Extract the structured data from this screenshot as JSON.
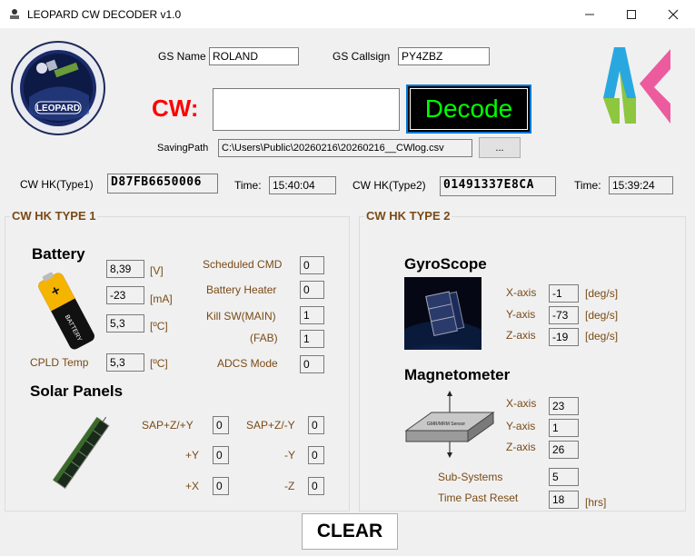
{
  "window": {
    "title": "LEOPARD CW DECODER v1.0"
  },
  "header": {
    "gs_name_label": "GS Name",
    "gs_name": "ROLAND",
    "gs_callsign_label": "GS Callsign",
    "gs_callsign": "PY4ZBZ",
    "cw_label": "CW:",
    "cw_value": "",
    "decode_label": "Decode",
    "saving_path_label": "SavingPath",
    "saving_path": "C:\\Users\\Public\\20260216\\20260216__CWlog.csv",
    "browse_label": "...",
    "logo_text": "LEOPARD"
  },
  "hk_bar": {
    "type1_label": "CW HK(Type1)",
    "type1_value": "D87FB6650006",
    "time1_label": "Time:",
    "time1_value": "15:40:04",
    "type2_label": "CW HK(Type2)",
    "type2_value": "01491337E8CA",
    "time2_label": "Time:",
    "time2_value": "15:39:24"
  },
  "type1": {
    "title": "CW HK TYPE 1",
    "battery_heading": "Battery",
    "battery_image_text": "BATTERY",
    "voltage": "8,39",
    "voltage_unit": "[V]",
    "current": "-23",
    "current_unit": "[mA]",
    "temp": "5,3",
    "temp_unit": "[ºC]",
    "cpld_label": "CPLD Temp",
    "cpld_value": "5,3",
    "cpld_unit": "[ºC]",
    "sched_label": "Scheduled CMD",
    "sched_value": "0",
    "heater_label": "Battery Heater",
    "heater_value": "0",
    "kill_main_label": "Kill SW(MAIN)",
    "kill_main_value": "1",
    "kill_fab_label": "(FAB)",
    "kill_fab_value": "1",
    "adcs_label": "ADCS Mode",
    "adcs_value": "0",
    "solar_heading": "Solar Panels",
    "sap_zy_label": "SAP+Z/+Y",
    "sap_zy_value": "0",
    "sap_zmy_label": "SAP+Z/-Y",
    "sap_zmy_value": "0",
    "py_label": "+Y",
    "py_value": "0",
    "my_label": "-Y",
    "my_value": "0",
    "px_label": "+X",
    "px_value": "0",
    "mz_label": "-Z",
    "mz_value": "0"
  },
  "type2": {
    "title": "CW HK TYPE 2",
    "gyro_heading": "GyroScope",
    "gx_label": "X-axis",
    "gx_value": "-1",
    "gx_unit": "[deg/s]",
    "gy_label": "Y-axis",
    "gy_value": "-73",
    "gy_unit": "[deg/s]",
    "gz_label": "Z-axis",
    "gz_value": "-19",
    "gz_unit": "[deg/s]",
    "mag_heading": "Magnetometer",
    "mag_image_text": "GMR/MRM Sensor",
    "mx_label": "X-axis",
    "mx_value": "23",
    "my_label": "Y-axis",
    "my_value": "1",
    "mz_label": "Z-axis",
    "mz_value": "26",
    "subsys_label": "Sub-Systems",
    "subsys_value": "5",
    "tpr_label": "Time Past Reset",
    "tpr_value": "18",
    "tpr_unit": "[hrs]"
  },
  "footer": {
    "clear_label": "CLEAR"
  },
  "colors": {
    "accent_red": "#ff0000",
    "decode_bg": "#000000",
    "decode_text": "#00ff00",
    "decode_border": "#0078d7",
    "label_brown": "#7a4a16"
  }
}
